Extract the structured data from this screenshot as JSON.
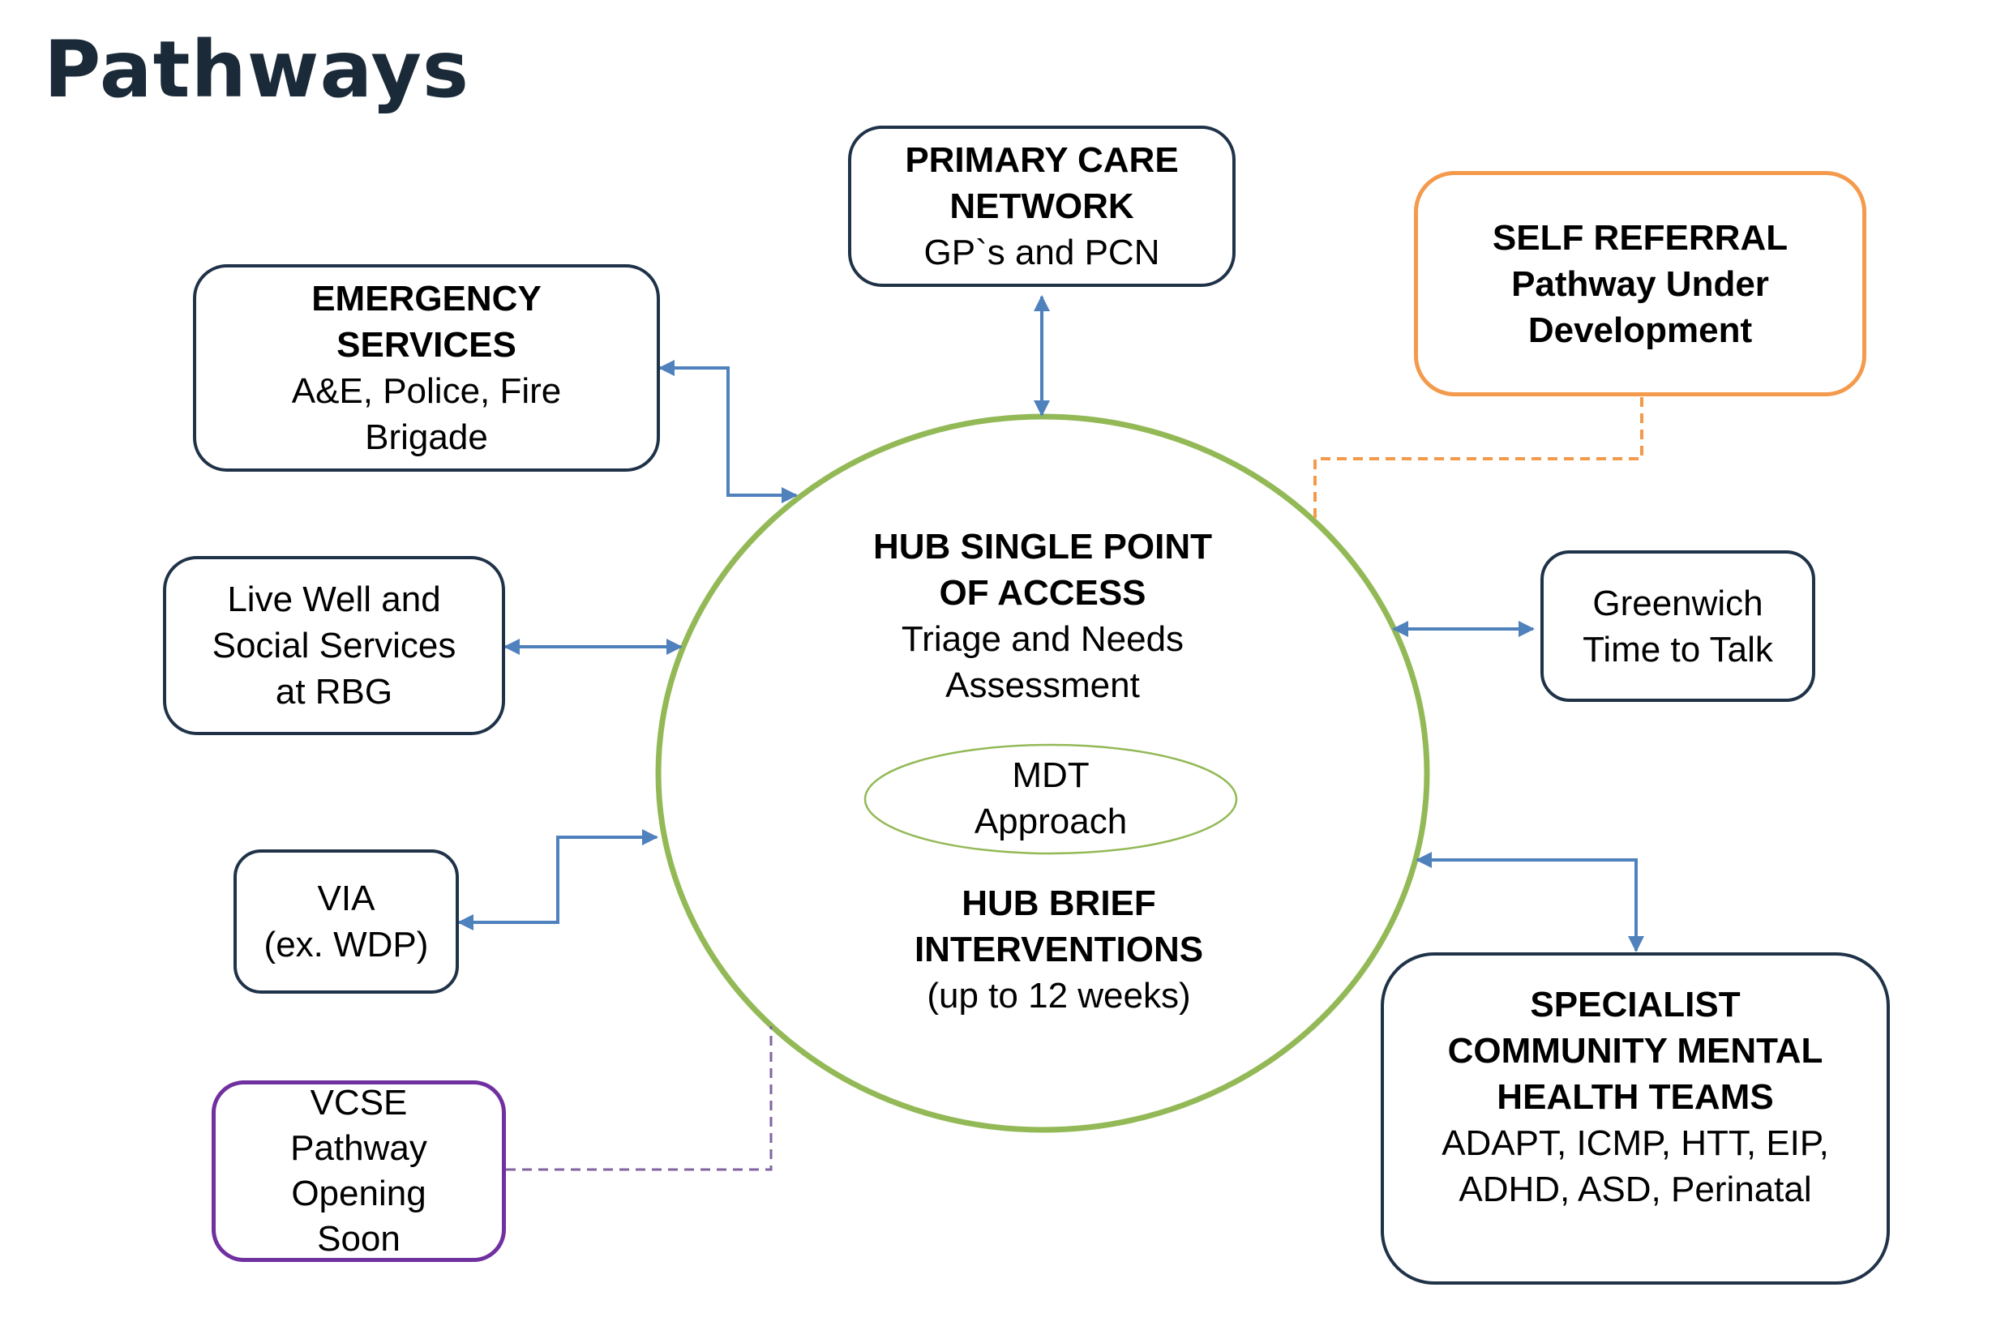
{
  "page": {
    "title": "Pathways"
  },
  "colors": {
    "title": "#1b2a38",
    "box_border": "#1f3248",
    "hub_circle": "#93b957",
    "arrow": "#4f81bd",
    "self_referral": "#f39a4c",
    "vcse": "#7030a0",
    "vcse_dash": "#8064a2"
  },
  "hub": {
    "spoa_title_1": "HUB SINGLE POINT",
    "spoa_title_2": "OF ACCESS",
    "spoa_sub_1": "Triage and Needs",
    "spoa_sub_2": "Assessment",
    "mdt_1": "MDT",
    "mdt_2": "Approach",
    "brief_title_1": "HUB BRIEF",
    "brief_title_2": "INTERVENTIONS",
    "brief_sub": "(up to 12 weeks)"
  },
  "nodes": {
    "primary_care": {
      "title_1": "PRIMARY CARE",
      "title_2": "NETWORK",
      "sub_1": "GP`s and PCN"
    },
    "self_referral": {
      "title_1": "SELF REFERRAL",
      "title_2": "Pathway Under",
      "title_3": "Development"
    },
    "emergency": {
      "title_1": "EMERGENCY",
      "title_2": "SERVICES",
      "sub_1": "A&E, Police, Fire",
      "sub_2": "Brigade"
    },
    "live_well": {
      "line_1": "Live Well and",
      "line_2": "Social Services",
      "line_3": "at RBG"
    },
    "via": {
      "line_1": "VIA",
      "line_2": "(ex. WDP)"
    },
    "vcse": {
      "line_1": "VCSE",
      "line_2": "Pathway",
      "line_3": "Opening",
      "line_4": "Soon"
    },
    "greenwich": {
      "line_1": "Greenwich",
      "line_2": "Time to Talk"
    },
    "specialist": {
      "title_1": "SPECIALIST",
      "title_2": "COMMUNITY MENTAL",
      "title_3": "HEALTH TEAMS",
      "sub_1": "ADAPT, ICMP, HTT, EIP,",
      "sub_2": "ADHD, ASD, Perinatal"
    }
  },
  "connections": [
    {
      "from": "primary_care",
      "to": "hub",
      "type": "bidirectional"
    },
    {
      "from": "emergency",
      "to": "hub",
      "type": "bidirectional"
    },
    {
      "from": "live_well",
      "to": "hub",
      "type": "bidirectional"
    },
    {
      "from": "via",
      "to": "hub",
      "type": "bidirectional"
    },
    {
      "from": "vcse",
      "to": "hub",
      "type": "dashed"
    },
    {
      "from": "self_referral",
      "to": "hub",
      "type": "dashed"
    },
    {
      "from": "greenwich",
      "to": "hub",
      "type": "bidirectional"
    },
    {
      "from": "specialist",
      "to": "hub",
      "type": "bidirectional"
    }
  ]
}
